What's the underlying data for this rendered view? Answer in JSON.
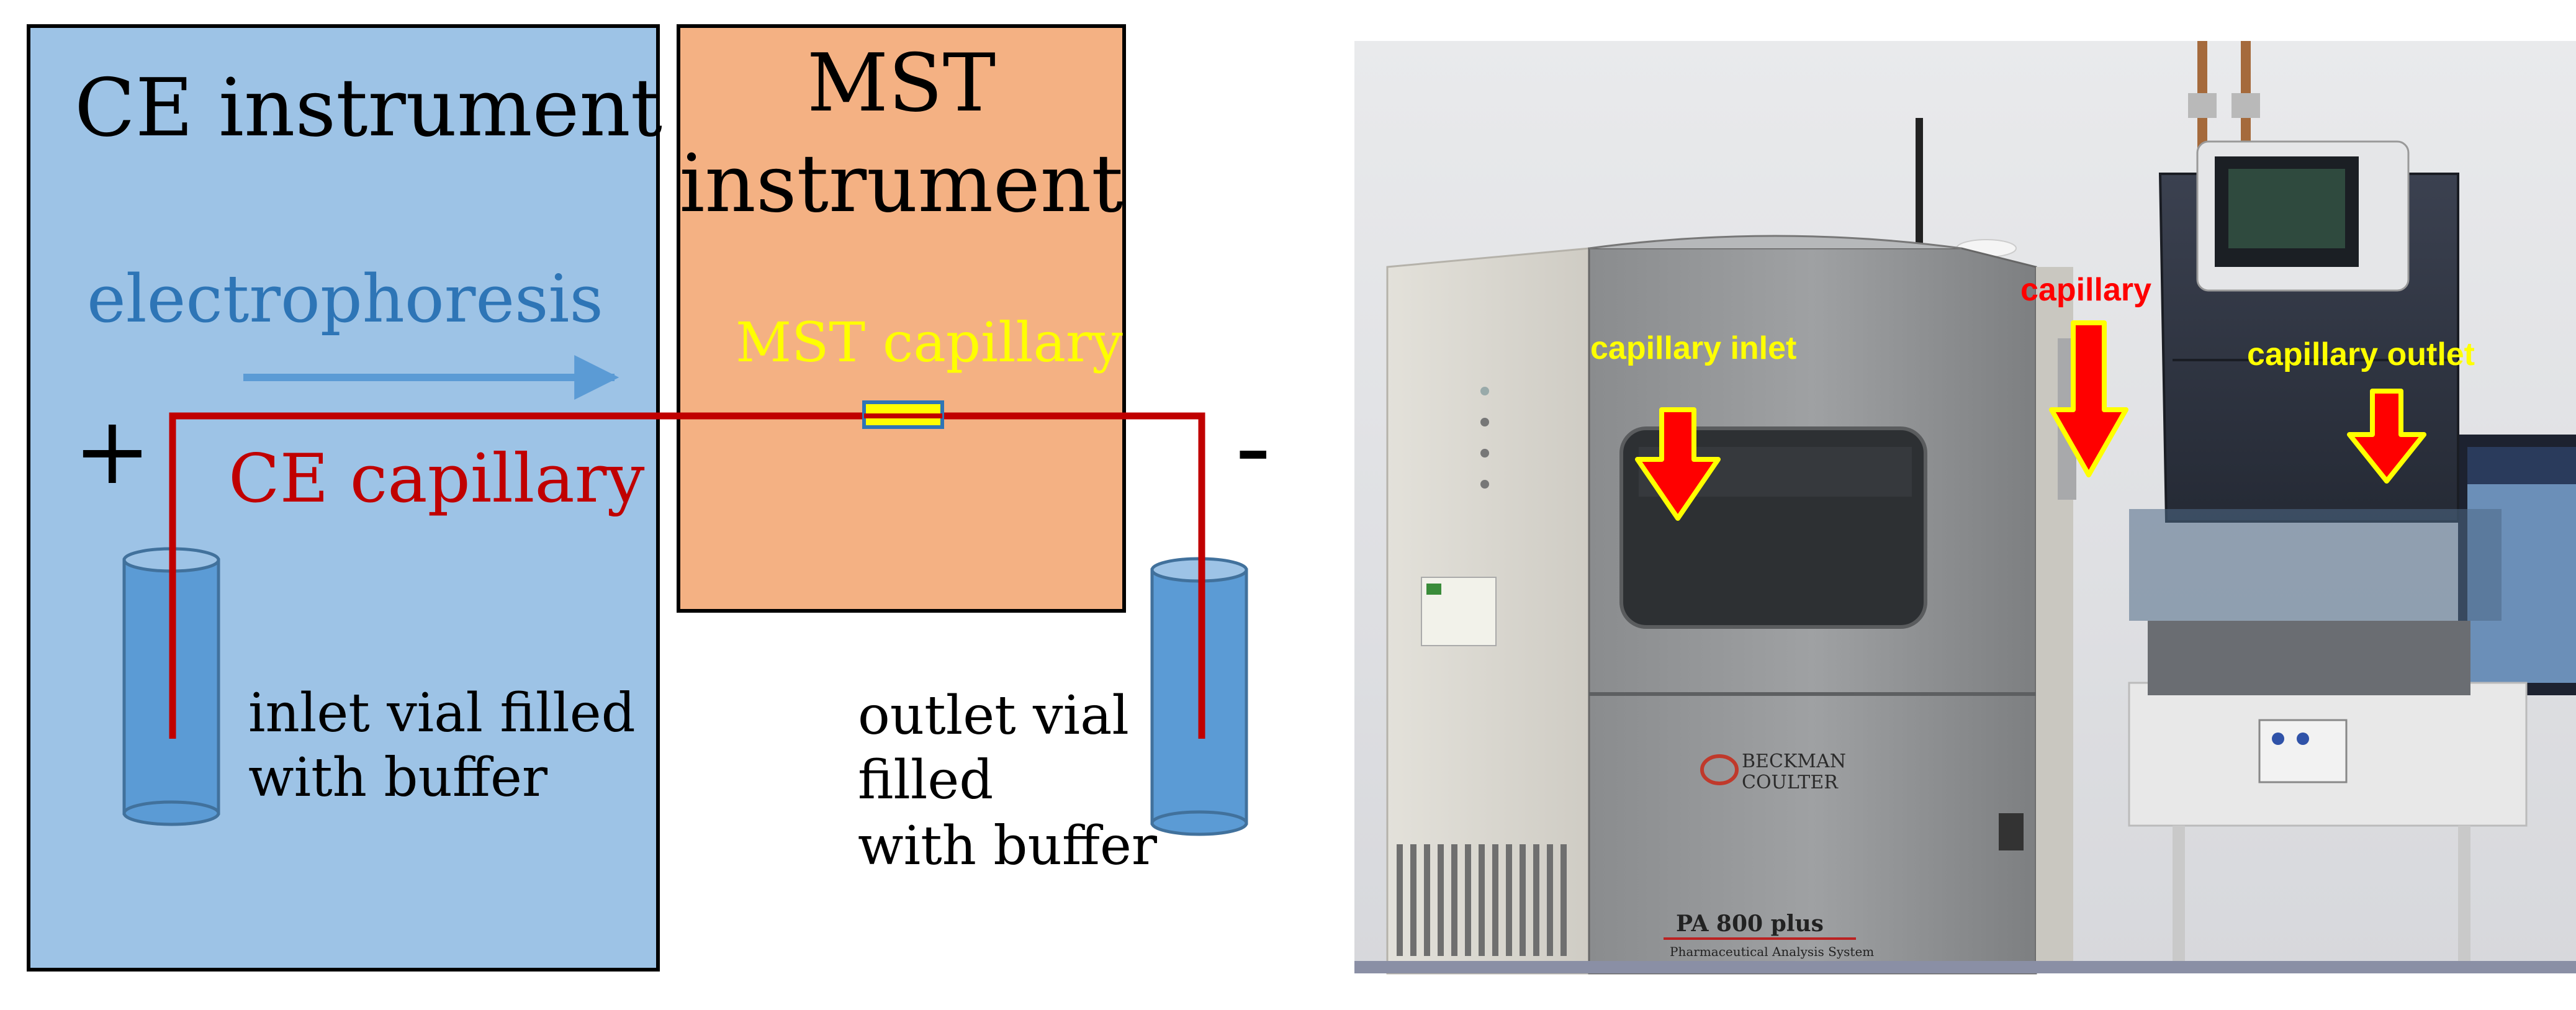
{
  "diagram": {
    "ce_box_title": "CE instrument",
    "mst_box_title_line1": "MST",
    "mst_box_title_line2": "instrument",
    "electrophoresis_label": "electrophoresis",
    "mst_capillary_label": "MST capillary",
    "ce_capillary_label": "CE capillary",
    "plus_sign": "+",
    "minus_sign": "-",
    "inlet_vial_line1": "inlet vial filled",
    "inlet_vial_line2": "with buffer",
    "outlet_vial_line1": "outlet vial",
    "outlet_vial_line2": "filled",
    "outlet_vial_line3": "with buffer"
  },
  "photo": {
    "capillary_inlet_label": "capillary inlet",
    "capillary_label": "capillary",
    "capillary_outlet_label": "capillary outlet",
    "brand_line1": "BECKMAN",
    "brand_line2": "COULTER",
    "model_label": "PA 800 plus",
    "model_subtitle": "Pharmaceutical Analysis System"
  },
  "colors": {
    "ce_box_fill": "#9dc3e6",
    "mst_box_fill": "#f4b183",
    "electrophoresis_blue": "#2e75b6",
    "capillary_red": "#c00000",
    "mst_capillary_yellow": "#ffff00",
    "vial_fill": "#5b9bd5",
    "photo_label_yellow": "#ffff00",
    "photo_label_red": "#ff0000",
    "arrow_red": "#ff0000"
  }
}
